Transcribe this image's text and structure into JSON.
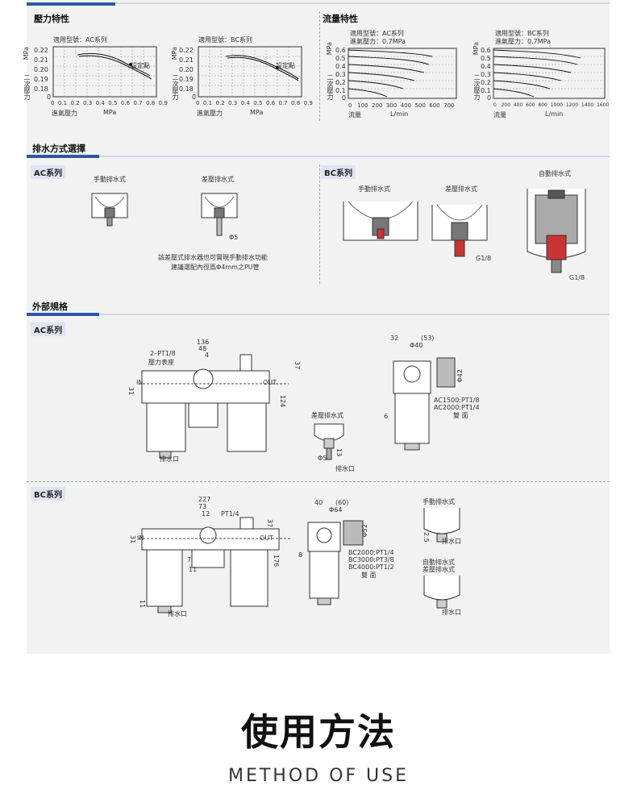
{
  "sections": {
    "pressure": "壓力特性",
    "flow": "流量特性",
    "drain": "排水方式選擇",
    "external": "外部規格"
  },
  "pressure_charts": {
    "ac": {
      "model": "適用型號：AC系列",
      "setpoint": "設定點"
    },
    "bc": {
      "model": "適用型號：BC系列",
      "setpoint": "設定點"
    },
    "y_unit": "MPa",
    "y_label": "二次壓力",
    "x_label": "進氣壓力",
    "x_unit": "MPa",
    "y_ticks": [
      "0.22",
      "0.21",
      "0.20",
      "0.19",
      "0.18",
      "0"
    ],
    "x_ticks": [
      "0",
      "0.1",
      "0.2",
      "0.3",
      "0.4",
      "0.5",
      "0.6",
      "0.7",
      "0.8",
      "0.9"
    ]
  },
  "flow_charts": {
    "ac": {
      "model": "適用型號：AC系列",
      "inlet": "進氣壓力：0.7MPa",
      "x_ticks": [
        "0",
        "100",
        "200",
        "300",
        "400",
        "500",
        "600",
        "700"
      ]
    },
    "bc": {
      "model": "適用型號：BC系列",
      "inlet": "進氣壓力：0.7MPa",
      "x_ticks": [
        "0",
        "200",
        "400",
        "600",
        "800",
        "1000",
        "1200",
        "1400",
        "1600"
      ]
    },
    "y_unit": "MPa",
    "y_label": "二次壓力",
    "x_label": "流量",
    "x_unit": "L/min",
    "y_ticks": [
      "0.6",
      "0.5",
      "0.4",
      "0.3",
      "0.2",
      "0.1",
      "0"
    ]
  },
  "drain": {
    "ac_tag": "AC系列",
    "bc_tag": "BC系列",
    "manual": "手動排水式",
    "diff": "差壓排水式",
    "auto": "自動排水式",
    "phi5": "Φ5",
    "note1": "該差壓式排水器也可實現手動排水功能",
    "note2": "建議選配內徑爲Φ4mm之PU管",
    "g18a": "G1/8",
    "g18b": "G1/8"
  },
  "external": {
    "ac_tag": "AC系列",
    "bc_tag": "BC系列",
    "ac": {
      "d136": "136",
      "d48": "48",
      "d4": "4",
      "pt": "2–PT1/8",
      "gauge": "壓力表座",
      "d37": "37",
      "d31": "31",
      "d124": "124",
      "in": "IN",
      "out": "OUT",
      "drain": "排水口",
      "d32": "32",
      "d53": "(53)",
      "d40": "Φ40",
      "d42": "Φ42",
      "d6": "6",
      "port1": "AC1500:PT1/8",
      "port2": "AC2000:PT1/4",
      "both": "雙 面",
      "diff": "差壓排水式",
      "phi5": "Φ5",
      "d13": "13",
      "drain2": "排水口"
    },
    "bc": {
      "d227": "227",
      "d73": "73",
      "d12": "12",
      "pt": "PT1/4",
      "d37": "37",
      "d31": "31",
      "d176": "176",
      "d11a": "11",
      "d11b": "11",
      "d7": "7",
      "in": "IN",
      "out": "OUT",
      "drain": "排水口",
      "d40": "40",
      "d60": "(60)",
      "d64": "Φ64",
      "d52": "Φ52",
      "d8": "8",
      "port1": "BC2000:PT1/4",
      "port2": "BC3000:PT3/8",
      "port3": "BC4000:PT1/2",
      "both": "雙 面",
      "manual": "手動排水式",
      "d25": "2.5",
      "drain2": "排水口",
      "auto1": "自動排水式",
      "auto2": "差壓排水式",
      "drain3": "排水口"
    }
  },
  "footer": {
    "title": "使用方法",
    "subtitle": "METHOD OF USE"
  },
  "colors": {
    "accent": "#2e57a4",
    "panel": "#f2f2f2",
    "line": "#333333"
  }
}
